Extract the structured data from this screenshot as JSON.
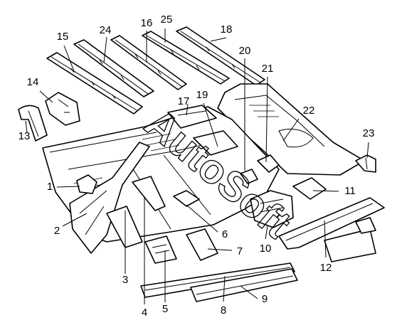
{
  "watermark": "AutoSoft",
  "callouts": [
    {
      "id": "c1",
      "text": "1"
    },
    {
      "id": "c2",
      "text": "2"
    },
    {
      "id": "c3",
      "text": "3"
    },
    {
      "id": "c4",
      "text": "4"
    },
    {
      "id": "c5",
      "text": "5"
    },
    {
      "id": "c6",
      "text": "6"
    },
    {
      "id": "c7",
      "text": "7"
    },
    {
      "id": "c8",
      "text": "8"
    },
    {
      "id": "c9",
      "text": "9"
    },
    {
      "id": "c10",
      "text": "10"
    },
    {
      "id": "c11",
      "text": "11"
    },
    {
      "id": "c12",
      "text": "12"
    },
    {
      "id": "c13",
      "text": "13"
    },
    {
      "id": "c14",
      "text": "14"
    },
    {
      "id": "c15",
      "text": "15"
    },
    {
      "id": "c16",
      "text": "16"
    },
    {
      "id": "c17",
      "text": "17"
    },
    {
      "id": "c18",
      "text": "18"
    },
    {
      "id": "c19",
      "text": "19"
    },
    {
      "id": "c20",
      "text": "20"
    },
    {
      "id": "c21",
      "text": "21"
    },
    {
      "id": "c22",
      "text": "22"
    },
    {
      "id": "c23",
      "text": "23"
    },
    {
      "id": "c24",
      "text": "24"
    },
    {
      "id": "c25",
      "text": "25"
    }
  ]
}
